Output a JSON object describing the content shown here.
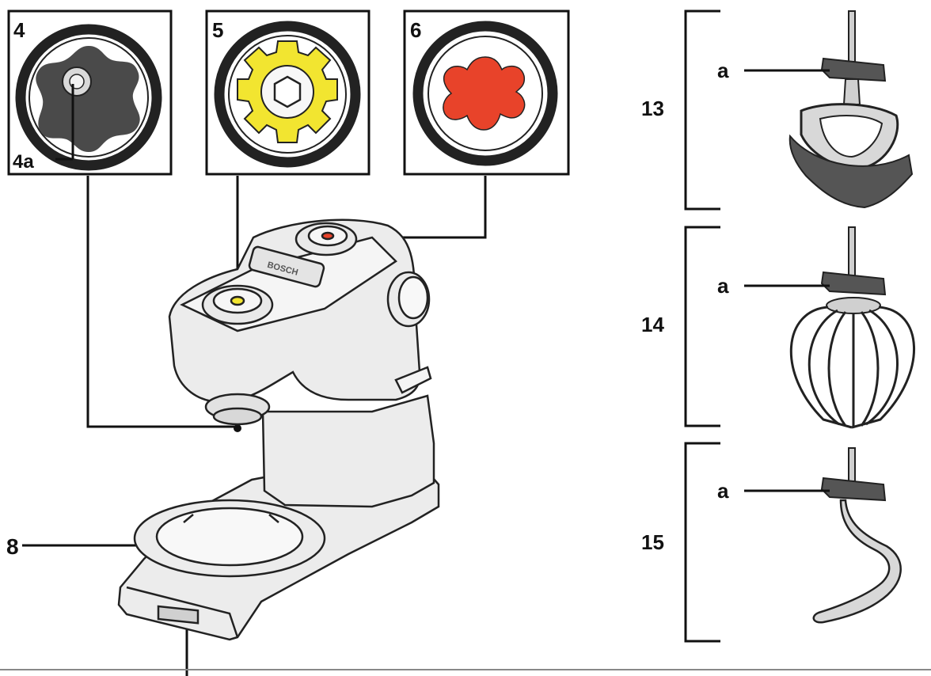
{
  "callouts": {
    "c4": "4",
    "c4a": "4a",
    "c5": "5",
    "c6": "6",
    "c8": "8",
    "c13": "13",
    "c14": "14",
    "c15": "15",
    "a13": "a",
    "a14": "a",
    "a15": "a"
  },
  "brand": "BOSCH",
  "colors": {
    "drive_4": "#4a4a4a",
    "drive_5": "#f2e530",
    "drive_6": "#e8432a",
    "machine_fill": "#ececec",
    "tool_dark": "#555555",
    "tool_light": "#d8d8d8"
  }
}
